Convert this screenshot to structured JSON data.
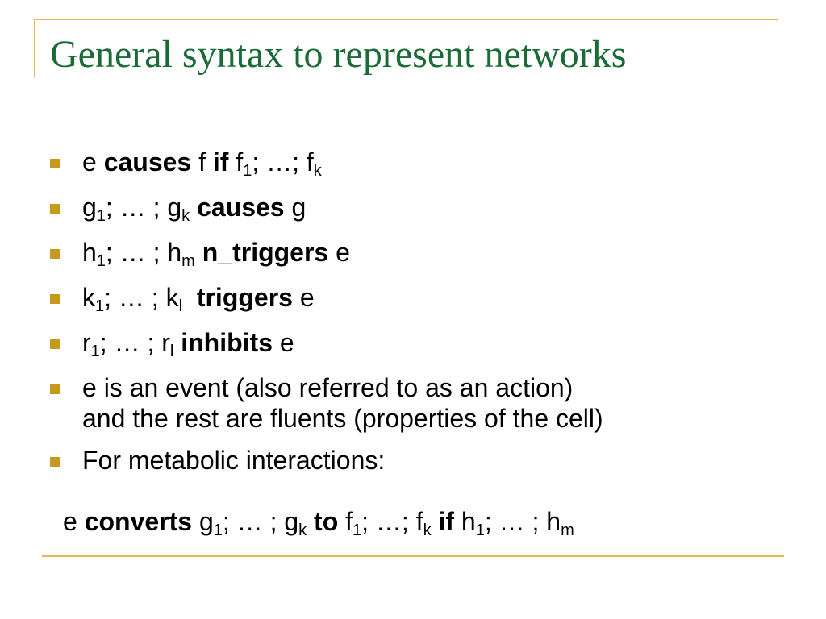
{
  "title": "General syntax to represent networks",
  "bullets": [
    {
      "a": "e ",
      "b": "causes",
      "c": " f ",
      "d": "if",
      "e": " f",
      "f": "1",
      "g": "; …; f",
      "h": "k"
    },
    {
      "a": "g",
      "b": "1",
      "c": "; … ; g",
      "d": "k",
      "e": " ",
      "f": "causes",
      "g": " g"
    },
    {
      "a": "h",
      "b": "1",
      "c": "; … ; h",
      "d": "m",
      "e": " ",
      "f": "n_triggers",
      "g": " e"
    },
    {
      "a": "k",
      "b": "1",
      "c": "; … ; k",
      "d": "l",
      "e": "  ",
      "f": "triggers",
      "g": " e"
    },
    {
      "a": "r",
      "b": "1",
      "c": "; … ; r",
      "d": "l",
      "e": " ",
      "f": "inhibits",
      "g": " e"
    },
    {
      "line1": "e is an event (also referred to as an action)",
      "line2": "and the rest are fluents (properties of the cell)"
    },
    {
      "text": "For metabolic interactions:"
    }
  ],
  "extra": {
    "a": "e ",
    "b": "converts",
    "c": " g",
    "d": "1",
    "e": "; … ; g",
    "f": "k",
    "g": " ",
    "h": "to",
    "i": " f",
    "j": "1",
    "k": "; …; f",
    "l": "k",
    "m": " ",
    "n": "if",
    "o": " h",
    "p": "1",
    "q": "; … ; h",
    "r": "m"
  },
  "colors": {
    "title": "#1b6b36",
    "accent": "#e6b84a",
    "bullet": "#c89a1c",
    "text": "#000000"
  }
}
